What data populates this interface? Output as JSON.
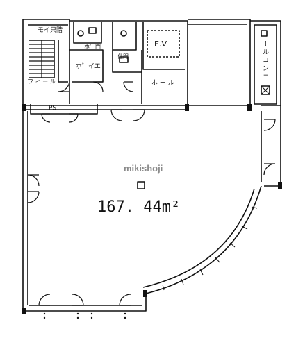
{
  "plan": {
    "area_text": "167. 44m²",
    "watermark": "mikishoji",
    "labels": {
      "stairs": "モイ只階",
      "kitchen": "ホ゜イエ",
      "maleWC": "ホ゜門",
      "femaleWC": "仕門",
      "ev": "E.V",
      "hall": "ホ ー ル",
      "ps": "PS",
      "balcony": "ー ル コ ン ニ",
      "stairsSub": "フ ィ ー ル"
    }
  }
}
